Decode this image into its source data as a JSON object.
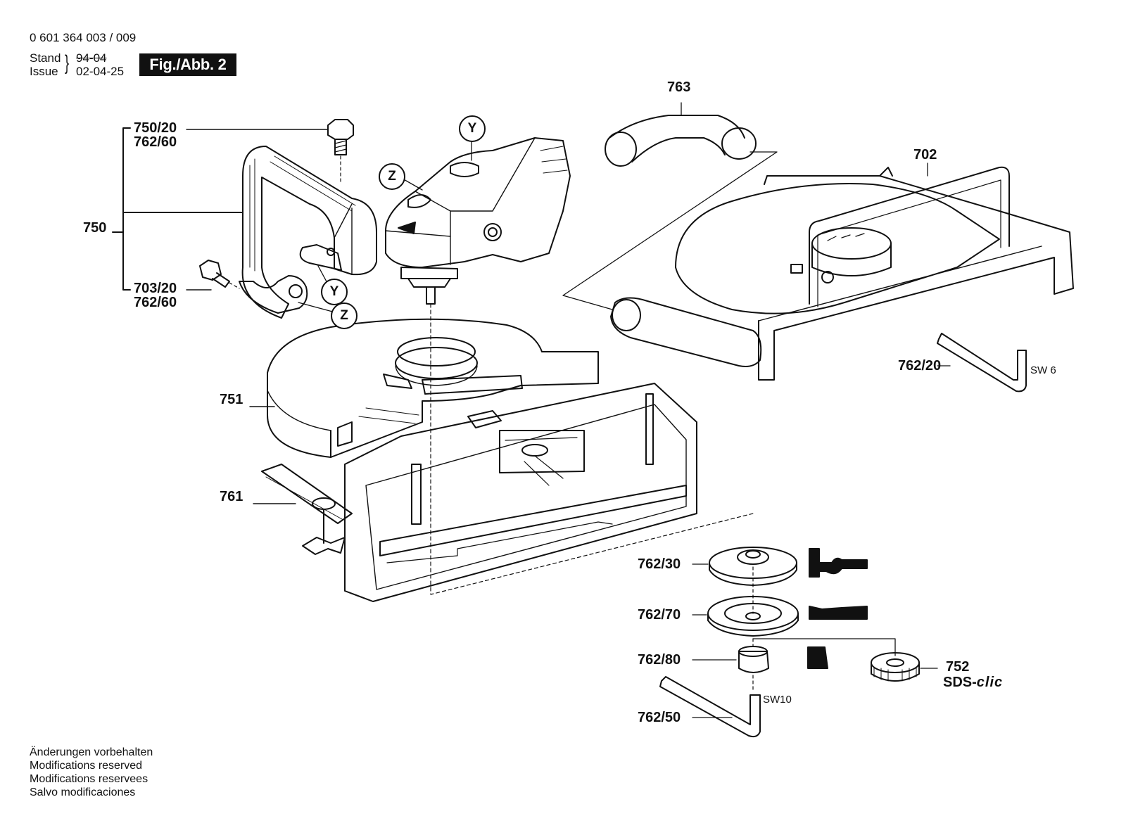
{
  "header": {
    "doc_number": "0 601 364 003 / 009",
    "stand_label": "Stand",
    "issue_label": "Issue",
    "stand_value": "94-04",
    "issue_value": "02-04-25",
    "figure_label": "Fig./Abb. 2"
  },
  "parts": {
    "p750_20": "750/20",
    "p762_60_a": "762/60",
    "p750": "750",
    "p703_20": "703/20",
    "p762_60_b": "762/60",
    "p751": "751",
    "p761": "761",
    "p763": "763",
    "p702": "702",
    "p762_20": "762/20",
    "sw6": "SW 6",
    "p762_30": "762/30",
    "p762_70": "762/70",
    "p762_80": "762/80",
    "p762_50": "762/50",
    "sw10": "SW10",
    "p752": "752",
    "sds_prefix": "SDS-",
    "sds_suffix": "clic"
  },
  "callouts": {
    "y_top": "Y",
    "z_top": "Z",
    "y_bottom": "Y",
    "z_bottom": "Z"
  },
  "footer": {
    "line1": "Änderungen vorbehalten",
    "line2": "Modifications reserved",
    "line3": "Modifications reservees",
    "line4": "Salvo modificaciones"
  }
}
